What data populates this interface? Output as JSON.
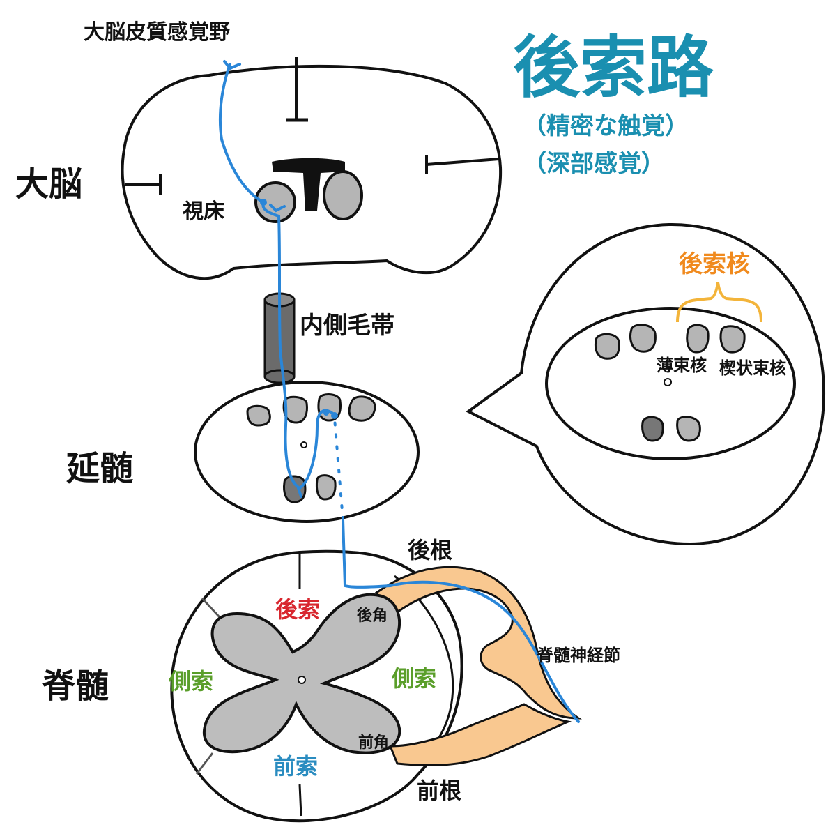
{
  "title": "後索路",
  "subtitles": [
    "（精密な触覚）",
    "（深部感覚）"
  ],
  "labels": {
    "cortex": "大脳皮質感覚野",
    "cerebrum": "大脳",
    "thalamus": "視床",
    "medial_lemniscus": "内側毛帯",
    "medulla": "延髄",
    "spinal_cord": "脊髄",
    "dorsal_column_nuclei": "後索核",
    "gracile_nucleus": "薄束核",
    "cuneate_nucleus": "楔状束核",
    "dorsal_root": "後根",
    "ventral_root": "前根",
    "dorsal_root_ganglion": "脊髄神経節",
    "dorsal_column": "後索",
    "lateral_column_left": "側索",
    "lateral_column_right": "側索",
    "ventral_column": "前索",
    "dorsal_horn": "後角",
    "ventral_horn": "前角"
  },
  "colors": {
    "title": "#1a8fb0",
    "pathway": "#2a86d8",
    "nucleus_label": "#f08a1e",
    "bracket": "#f3b43a",
    "dorsal_column": "#d8262e",
    "lateral_column": "#5a9e2a",
    "ventral_column": "#2a8cc0",
    "gray_matter": "#bdbdbd",
    "root": "#f9c890",
    "lemniscus": "#666666"
  }
}
